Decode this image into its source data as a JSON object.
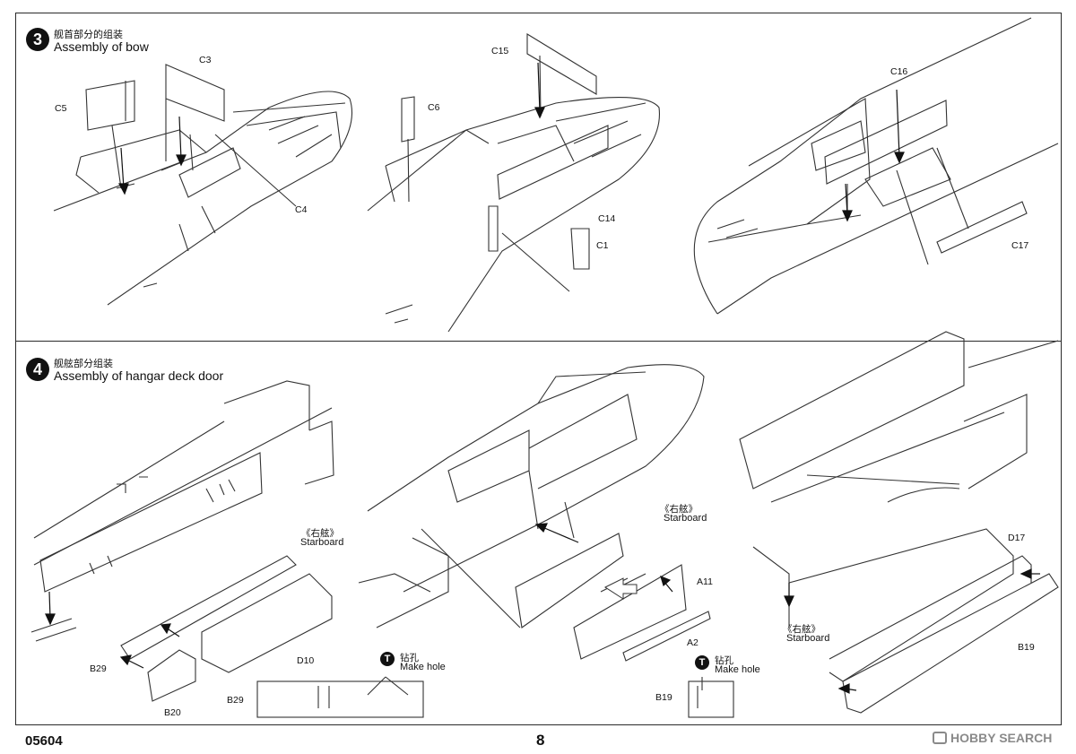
{
  "step3": {
    "number": "3",
    "title_zh": "舰首部分的组装",
    "title_en": "Assembly of bow",
    "parts": [
      "C5",
      "C3",
      "C4",
      "C6",
      "C15",
      "C14",
      "C1",
      "C16",
      "C17"
    ]
  },
  "step4": {
    "number": "4",
    "title_zh": "舰舷部分组装",
    "title_en": "Assembly of hangar deck door",
    "starboard_zh": "《右舷》",
    "starboard_en": "Starboard",
    "parts": [
      "B29",
      "B20",
      "D10",
      "A11",
      "A2",
      "D17",
      "B19"
    ],
    "hole_icon": "T",
    "hole_zh": "钻孔",
    "hole_en": "Make hole",
    "detail_parts": [
      "B29",
      "B19"
    ]
  },
  "footer": {
    "product_code": "05604",
    "page_number": "8"
  },
  "watermark": "HOBBY SEARCH"
}
